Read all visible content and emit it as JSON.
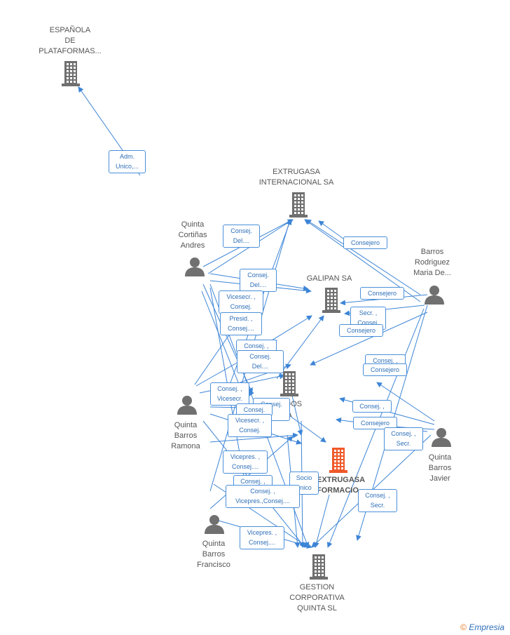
{
  "colors": {
    "edge": "#3d85d6",
    "company": "#6f6f6f",
    "focus_company": "#f0582a",
    "person": "#707070"
  },
  "nodes": {
    "espanola": {
      "label": "ESPAÑOLA\nDE\nPLATAFORMAS...",
      "icon": "building-icon"
    },
    "extrugasa_int": {
      "label": "EXTRUGASA\nINTERNACIONAL SA",
      "icon": "building-icon"
    },
    "galipan": {
      "label": "GALIPAN SA",
      "icon": "building-icon"
    },
    "laminados": {
      "label": "NADOS\nA SA",
      "icon": "building-icon"
    },
    "extrugasa_trans": {
      "label": "EXTRUGASA\nFORMACIO",
      "icon": "building-icon"
    },
    "gestion": {
      "label": "GESTION\nCORPORATIVA\nQUINTA SL",
      "icon": "building-icon"
    },
    "andres": {
      "label": "Quinta\nCortiñas\nAndres",
      "icon": "person-icon"
    },
    "maria": {
      "label": "Barros\nRodriguez\nMaria De...",
      "icon": "person-icon"
    },
    "ramona": {
      "label": "Quinta\nBarros\nRamona",
      "icon": "person-icon"
    },
    "javier": {
      "label": "Quinta\nBarros\nJavier",
      "icon": "person-icon"
    },
    "francisco": {
      "label": "Quinta\nBarros\nFrancisco",
      "icon": "person-icon"
    }
  },
  "edge_labels": [
    "Adm.\nUnico,...",
    "Consej.\nDel....",
    "Consejero",
    "Consej.\nDel....",
    "Consejero",
    "Vicesecr. ,\nConsej.",
    "Secr. ,\nConsej.",
    "Presid. ,\nConsej....",
    "Consejero",
    "Consej. ,",
    "Consej. ,",
    "Consej.\nDel....",
    "Consejero",
    "Consej. ,\nVicesecr.",
    "Consej. ,",
    "Consej.",
    "Consej.\n,",
    "Vicesecr. ,\nConsej.",
    "Consejero",
    "Consej. ,\nSecr.",
    "Vicepres. ,\nConsej....",
    "Socio\núnico",
    "Consej. ,",
    "Consej. ,\nVicepres.,Consej....",
    "Consej. ,\nSecr.",
    "Vicepres. ,\nConsej...."
  ],
  "brand": {
    "copyright": "©",
    "name": "Empresia"
  }
}
